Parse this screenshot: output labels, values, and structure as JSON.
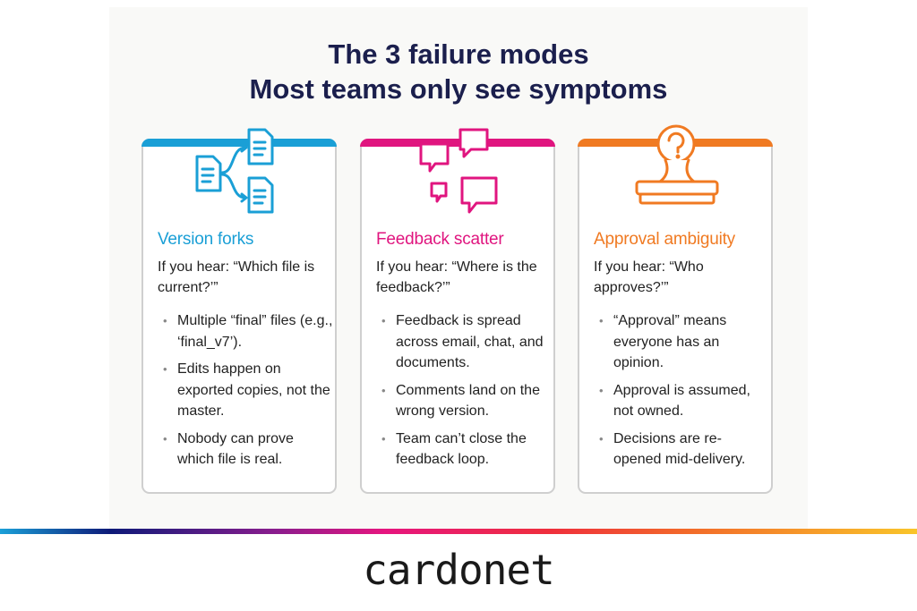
{
  "header": {
    "title_line1": "The 3 failure modes",
    "title_line2": "Most teams only see symptoms"
  },
  "cards": [
    {
      "accent": "#1a9fd6",
      "icon": "document-fork-icon",
      "heading": "Version forks",
      "hear": "If you hear: “Which file is current?’”",
      "bullets": [
        "Multiple “final” files (e.g., ‘final_v7’).",
        "Edits happen on exported copies, not the master.",
        "Nobody can prove which file is real."
      ]
    },
    {
      "accent": "#e0157f",
      "icon": "chat-bubbles-icon",
      "heading": "Feedback scatter",
      "hear": "If you hear: “Where is the feedback?’”",
      "bullets": [
        "Feedback is spread across email, chat, and documents.",
        "Comments land on the wrong version.",
        "Team can’t close the feedback loop."
      ]
    },
    {
      "accent": "#f07a22",
      "icon": "approval-stamp-question-icon",
      "heading": "Approval ambiguity",
      "hear": "If you hear: “Who approves?’”",
      "bullets": [
        "“Approval” means everyone has an opinion.",
        "Approval is assumed, not owned.",
        "Decisions are re-opened mid-delivery."
      ]
    }
  ],
  "footer": {
    "logo": "cardonet"
  }
}
